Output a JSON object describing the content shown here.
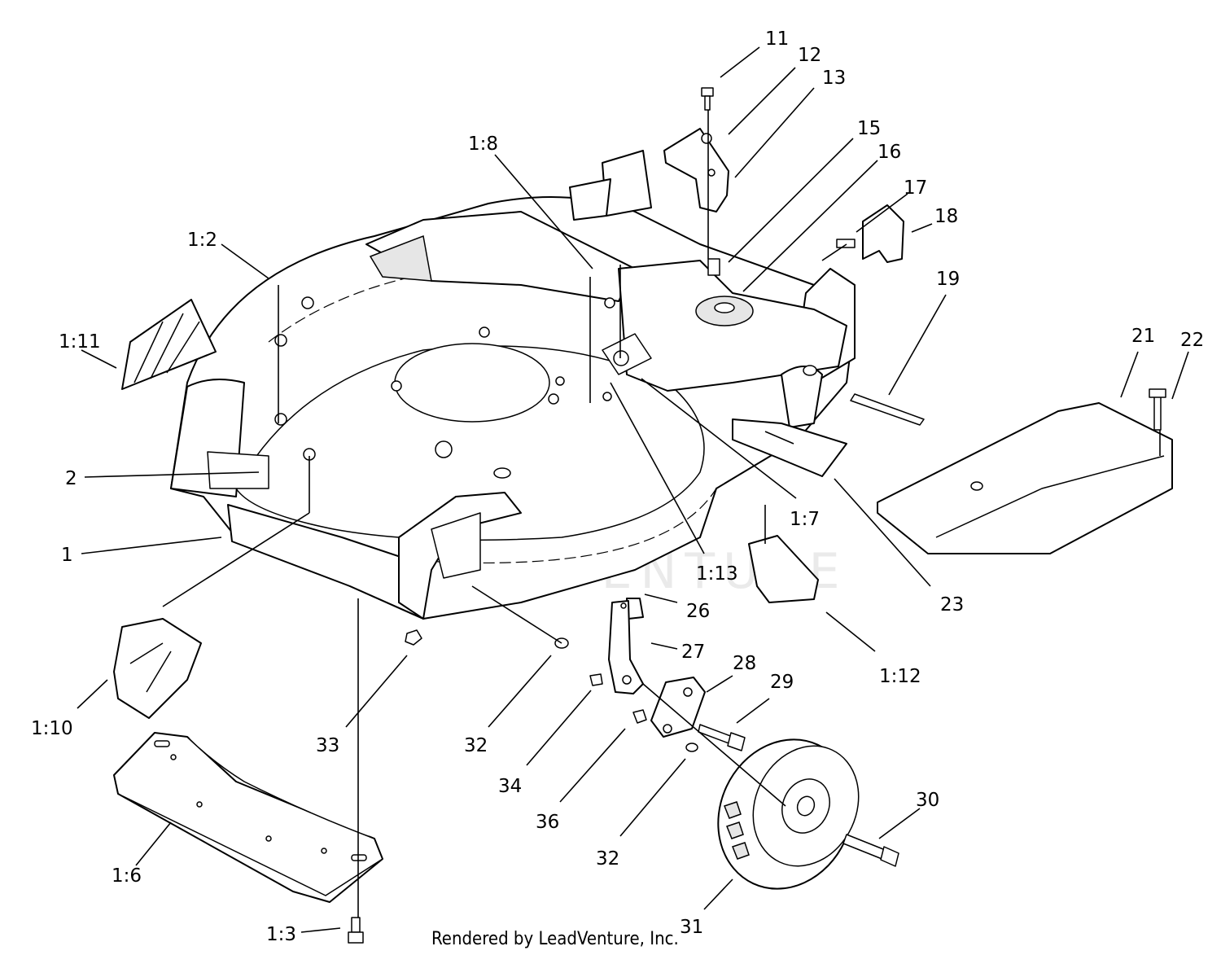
{
  "callouts": [
    {
      "id": "11",
      "label": "11"
    },
    {
      "id": "12",
      "label": "12"
    },
    {
      "id": "13",
      "label": "13"
    },
    {
      "id": "15",
      "label": "15"
    },
    {
      "id": "16",
      "label": "16"
    },
    {
      "id": "17",
      "label": "17"
    },
    {
      "id": "18",
      "label": "18"
    },
    {
      "id": "19",
      "label": "19"
    },
    {
      "id": "21",
      "label": "21"
    },
    {
      "id": "22",
      "label": "22"
    },
    {
      "id": "1-8",
      "label": "1:8"
    },
    {
      "id": "1-2",
      "label": "1:2"
    },
    {
      "id": "1-11",
      "label": "1:11"
    },
    {
      "id": "2",
      "label": "2"
    },
    {
      "id": "1",
      "label": "1"
    },
    {
      "id": "1-7",
      "label": "1:7"
    },
    {
      "id": "1-13",
      "label": "1:13"
    },
    {
      "id": "23",
      "label": "23"
    },
    {
      "id": "26",
      "label": "26"
    },
    {
      "id": "27",
      "label": "27"
    },
    {
      "id": "1-12",
      "label": "1:12"
    },
    {
      "id": "28",
      "label": "28"
    },
    {
      "id": "29",
      "label": "29"
    },
    {
      "id": "1-10",
      "label": "1:10"
    },
    {
      "id": "33",
      "label": "33"
    },
    {
      "id": "32a",
      "label": "32"
    },
    {
      "id": "34",
      "label": "34"
    },
    {
      "id": "36",
      "label": "36"
    },
    {
      "id": "30",
      "label": "30"
    },
    {
      "id": "32b",
      "label": "32"
    },
    {
      "id": "1-6",
      "label": "1:6"
    },
    {
      "id": "31",
      "label": "31"
    },
    {
      "id": "1-3",
      "label": "1:3"
    }
  ],
  "credit": "Rendered by LeadVenture, Inc.",
  "watermark": "LEADVENTURE"
}
